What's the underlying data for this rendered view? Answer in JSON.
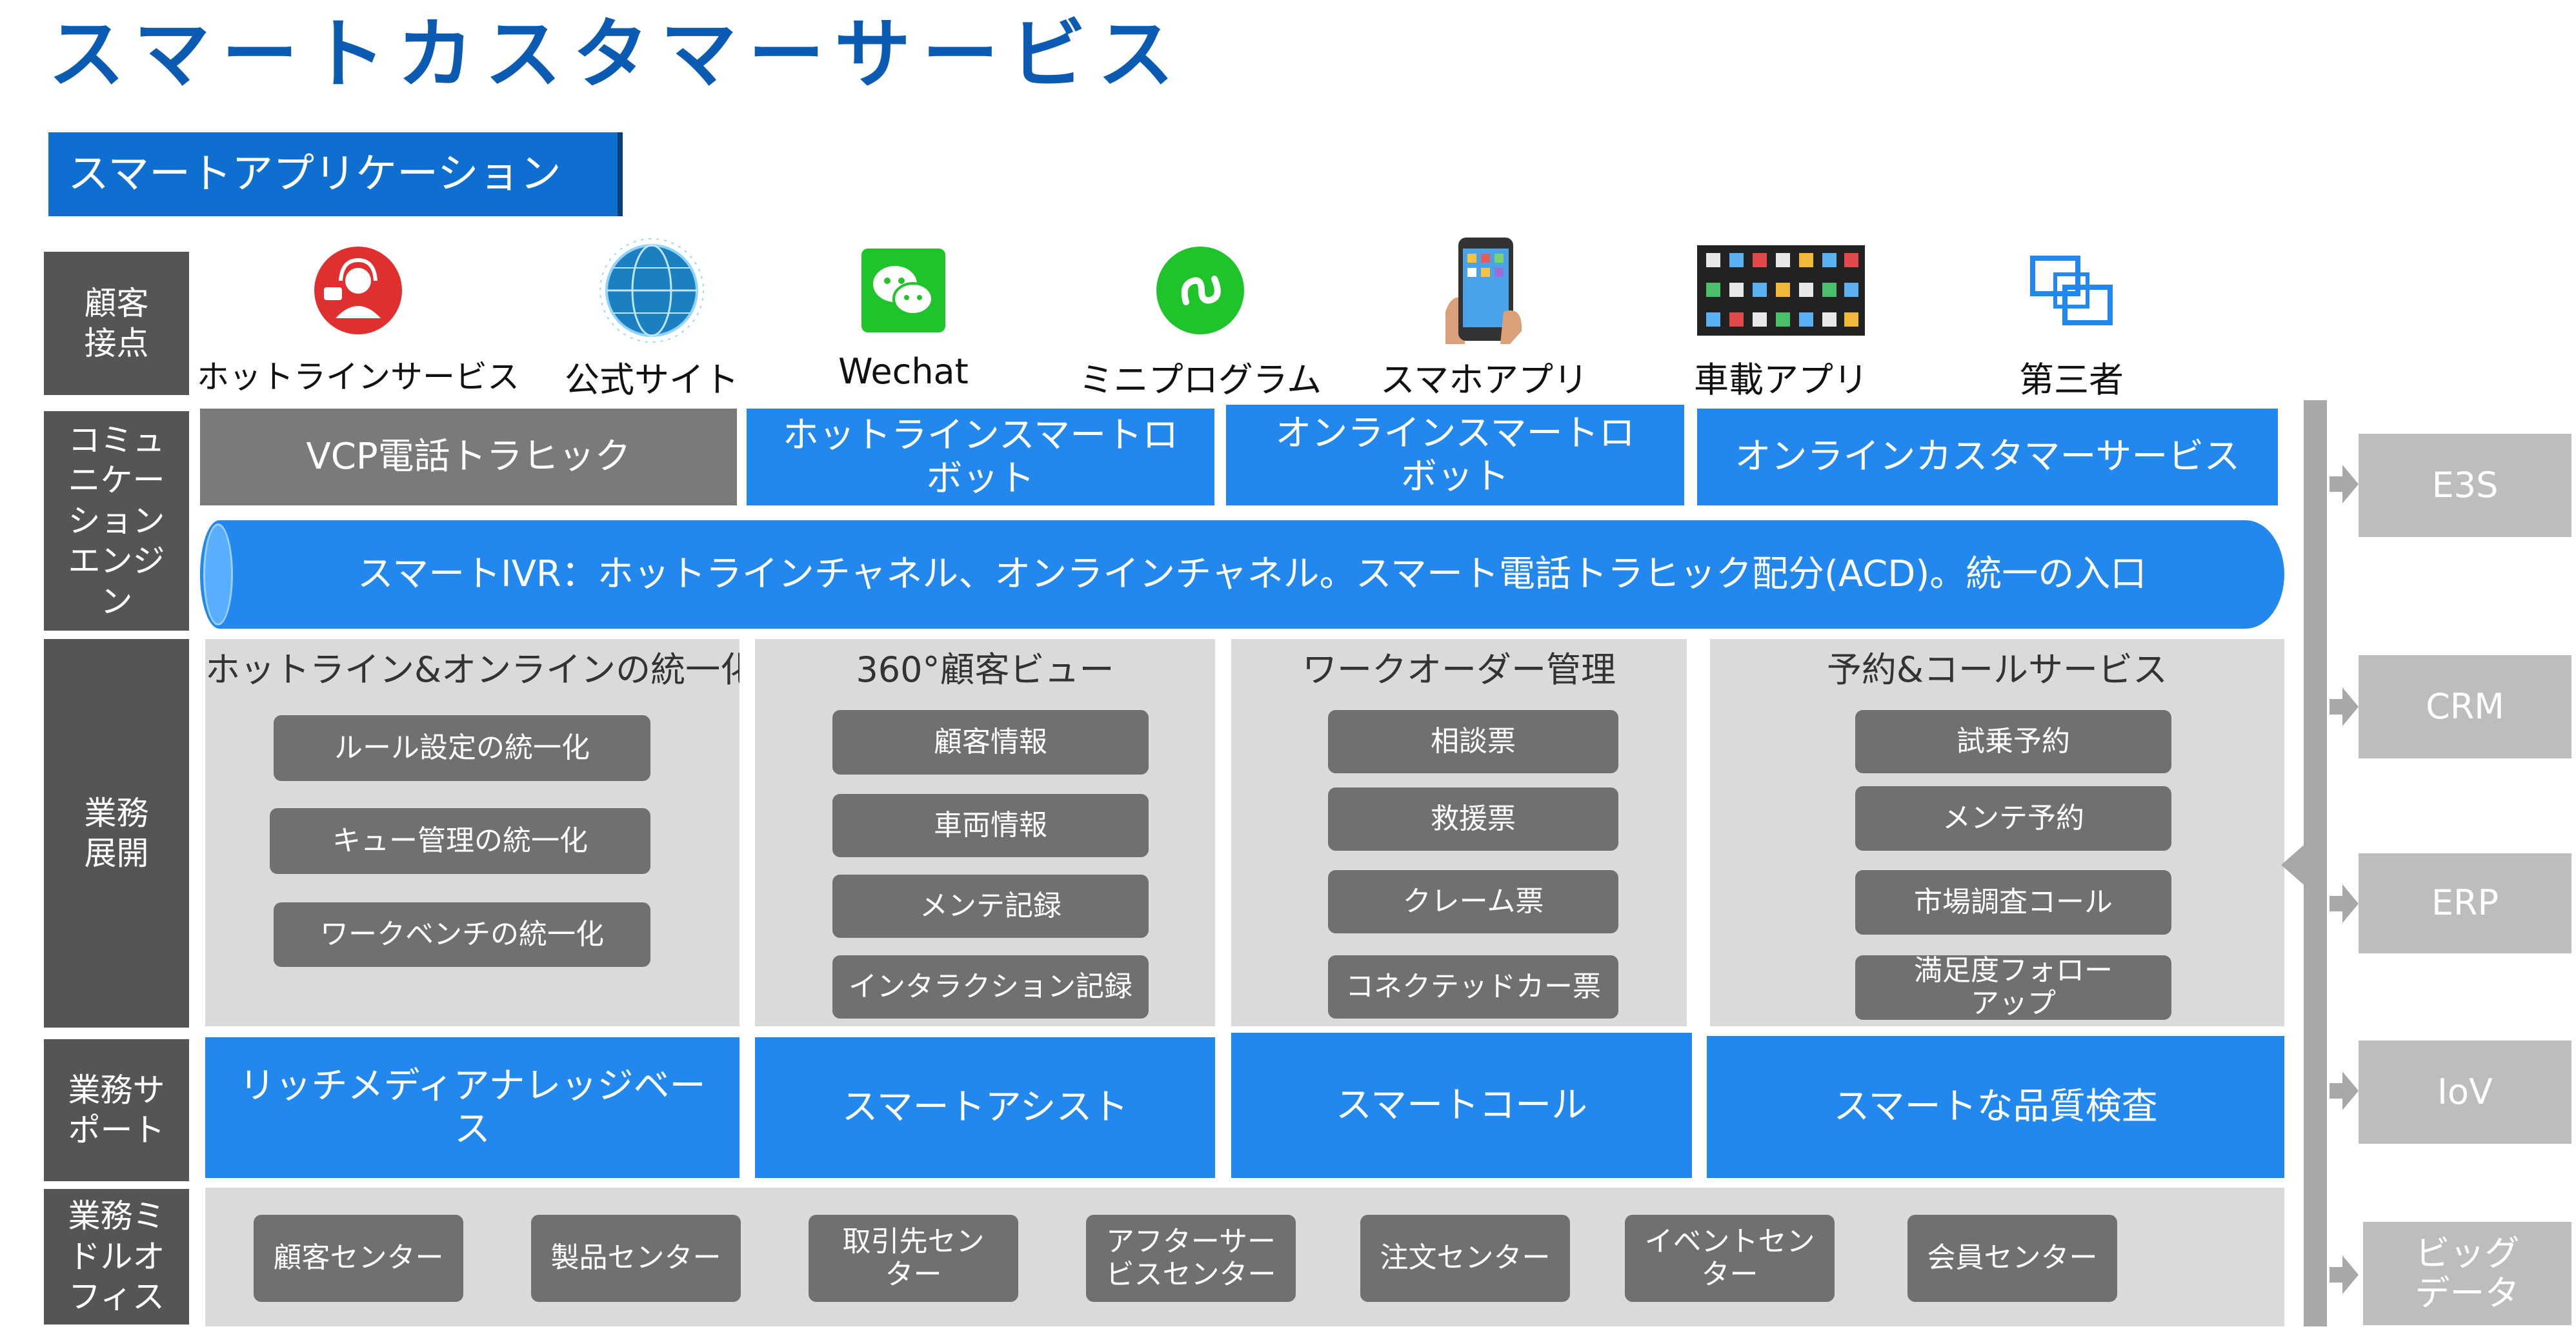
{
  "page_title": "スマートカスタマーサービス",
  "subheader": "スマートアプリケーション",
  "rows": {
    "touchpoints": "顧客\n接点",
    "comm": "コミュ\nニケー\nション\nエンジ\nン",
    "business": "業務\n展開",
    "support": "業務サ\nポート",
    "middle": "業務ミ\nドルオ\nフィス"
  },
  "touchpoints": [
    {
      "label": "ホットラインサービス",
      "icon": "hotline-operator-icon"
    },
    {
      "label": "公式サイト",
      "icon": "globe-network-icon"
    },
    {
      "label": "Wechat",
      "icon": "wechat-icon"
    },
    {
      "label": "ミニプログラム",
      "icon": "mini-program-icon"
    },
    {
      "label": "スマホアプリ",
      "icon": "smartphone-icon"
    },
    {
      "label": "車載アプリ",
      "icon": "car-app-grid-icon"
    },
    {
      "label": "第三者",
      "icon": "third-party-icon"
    }
  ],
  "engine": {
    "vcp": "VCP電話トラヒック",
    "hotline_bot": "ホットラインスマートロ\nボット",
    "online_bot": "オンラインスマートロ\nボット",
    "online_cs": "オンラインカスタマーサービス",
    "ivr": "スマートIVR：ホットラインチャネル、オンラインチャネル。スマート電話トラヒック配分(ACD)。統一の入口"
  },
  "business_panels": [
    {
      "title": "ホットライン&オンラインの統一化",
      "items": [
        "ルール設定の統一化",
        "キュー管理の統一化",
        "ワークベンチの統一化"
      ]
    },
    {
      "title": "360°顧客ビュー",
      "items": [
        "顧客情報",
        "車両情報",
        "メンテ記録",
        "インタラクション記録"
      ]
    },
    {
      "title": "ワークオーダー管理",
      "items": [
        "相談票",
        "救援票",
        "クレーム票",
        "コネクテッドカー票"
      ]
    },
    {
      "title": "予約&コールサービス",
      "items": [
        "試乗予約",
        "メンテ予約",
        "市場調査コール",
        "満足度フォロー\nアップ"
      ]
    }
  ],
  "support": [
    "リッチメディアナレッジベー\nス",
    "スマートアシスト",
    "スマートコール",
    "スマートな品質検査"
  ],
  "middle_office": [
    "顧客センター",
    "製品センター",
    "取引先セン\nター",
    "アフターサー\nビスセンター",
    "注文センター",
    "イベントセン\nター",
    "会員センター"
  ],
  "external_systems": [
    "E3S",
    "CRM",
    "ERP",
    "IoV",
    "ビッグ\nデータ"
  ],
  "colors": {
    "title_blue": "#0b5bb3",
    "accent_blue": "#2288ee",
    "row_label_gray": "#555555",
    "panel_gray": "#dadada",
    "pill_gray": "#707070",
    "external_gray": "#bdbdbd"
  }
}
